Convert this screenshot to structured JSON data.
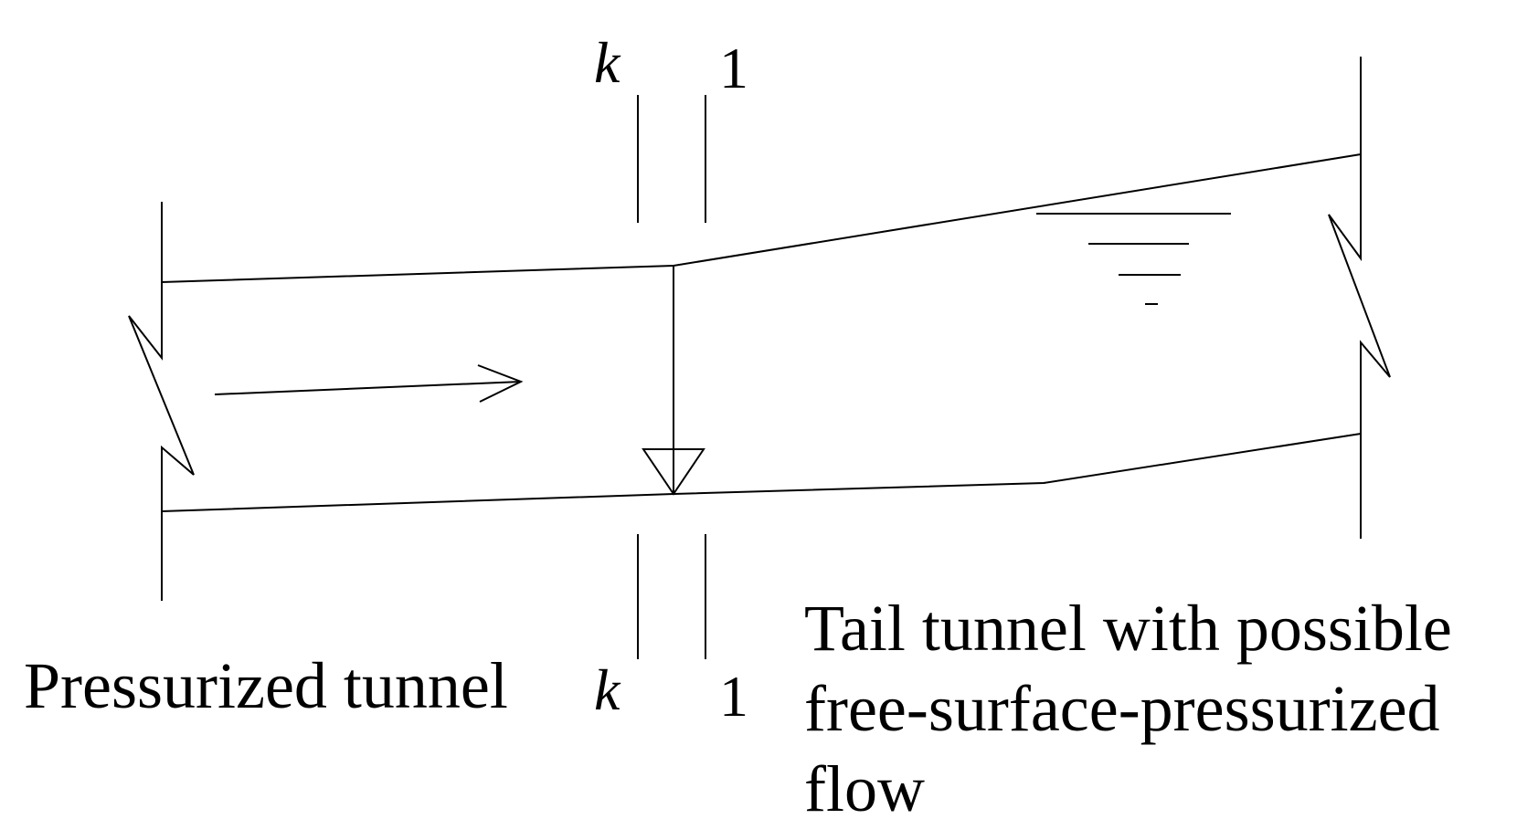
{
  "labels": {
    "section_k_top": "k",
    "section_1_top": "1",
    "section_k_bottom": "k",
    "section_1_bottom": "1",
    "left_caption": "Pressurized tunnel",
    "right_caption_line1": "Tail tunnel with possible",
    "right_caption_line2": "free-surface-pressurized",
    "right_caption_line3": "flow"
  },
  "colors": {
    "stroke": "#000000",
    "background": "#ffffff"
  }
}
